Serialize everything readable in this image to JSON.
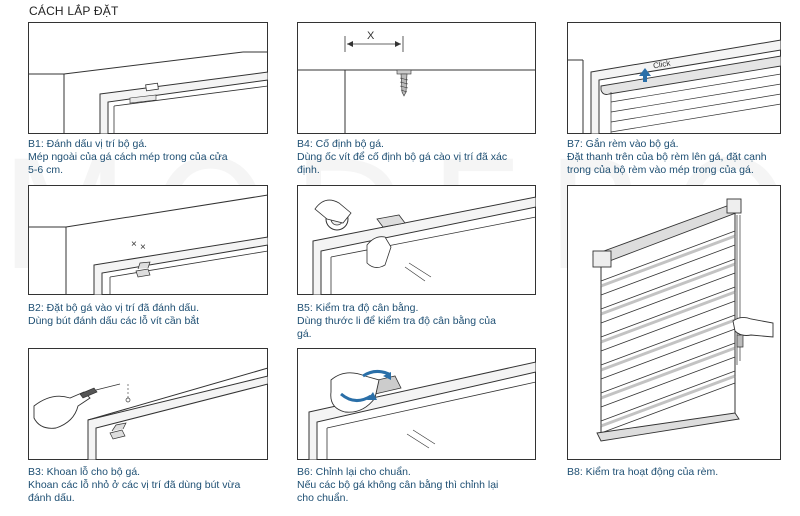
{
  "title": "CÁCH LẮP ĐẶT",
  "watermark": "MODERO",
  "labels": {
    "x_mark": "X",
    "click": "Click",
    "cross": "×"
  },
  "steps": [
    {
      "title": "B1: Đánh dấu vị trí bộ gá.",
      "desc": [
        "Mép ngoài của gá cách mép trong của cửa",
        "5-6 cm."
      ]
    },
    {
      "title": "B2: Đặt bộ gá vào vị trí đã đánh dấu.",
      "desc": [
        "Dùng bút đánh dấu các lỗ vít cần bắt"
      ]
    },
    {
      "title": "B3: Khoan lỗ cho bộ gá.",
      "desc": [
        "Khoan các lỗ nhỏ ở các vị trí đã dùng bút vừa",
        "đánh dấu."
      ]
    },
    {
      "title": "B4: Cố định bộ gá.",
      "desc": [
        "Dùng ốc vít để cố định bộ gá cào vị trí đã xác",
        "định."
      ]
    },
    {
      "title": "B5: Kiểm tra độ cân bằng.",
      "desc": [
        "Dùng thước li để kiểm tra độ cân bằng của",
        "gá."
      ]
    },
    {
      "title": "B6: Chỉnh lại cho chuẩn.",
      "desc": [
        "Nếu các bộ gá không cân bằng thì chỉnh lại",
        "cho chuẩn."
      ]
    },
    {
      "title": "B7: Gắn rèm vào bộ gá.",
      "desc": [
        "Đặt thanh trên của bộ rèm lên gá, đặt cạnh",
        "trong của bộ rèm vào mép trong của gá."
      ]
    },
    {
      "title": "B8: Kiểm tra hoạt động của rèm.",
      "desc": []
    }
  ],
  "colors": {
    "line": "#333333",
    "caption": "#1e4f73",
    "arrow": "#2a6fa8"
  }
}
